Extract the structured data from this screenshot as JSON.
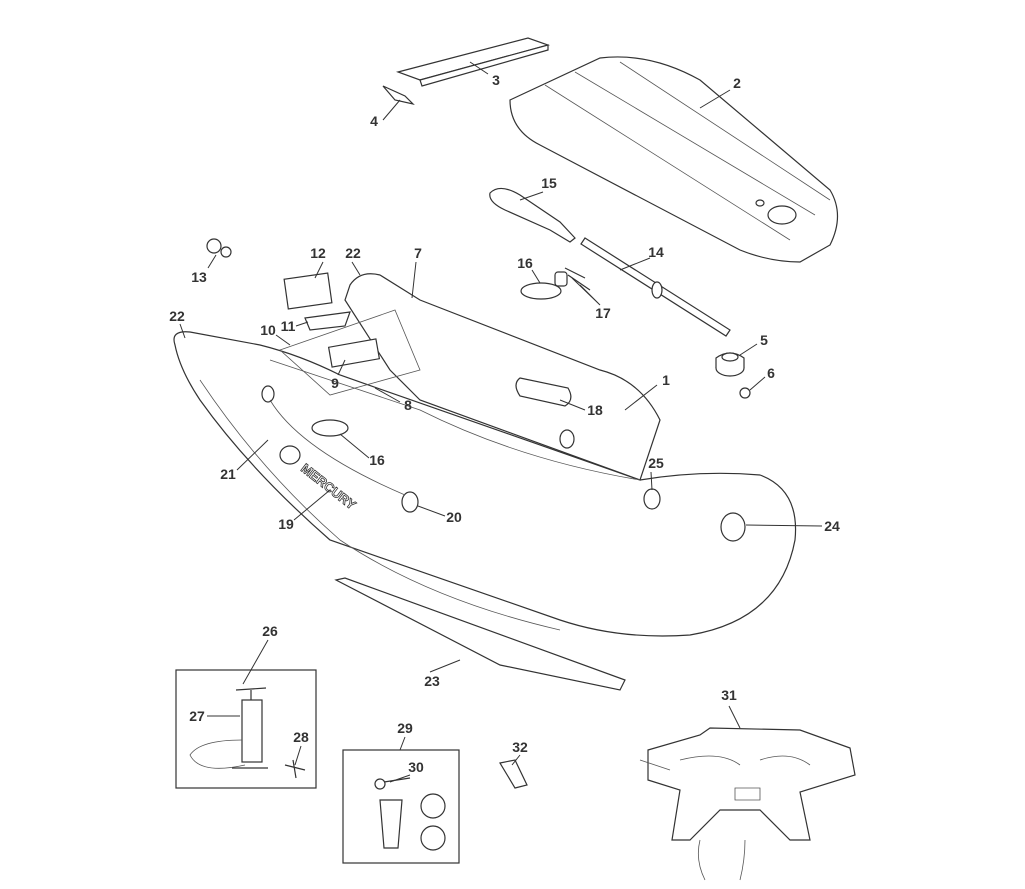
{
  "diagram": {
    "type": "exploded-parts-diagram",
    "brand_logo_text": "MERCURY",
    "callouts": [
      "1",
      "2",
      "3",
      "4",
      "5",
      "6",
      "7",
      "8",
      "9",
      "10",
      "11",
      "12",
      "13",
      "14",
      "15",
      "16",
      "16",
      "17",
      "18",
      "19",
      "20",
      "21",
      "22",
      "22",
      "23",
      "24",
      "25",
      "26",
      "27",
      "28",
      "29",
      "30",
      "31",
      "32"
    ]
  }
}
